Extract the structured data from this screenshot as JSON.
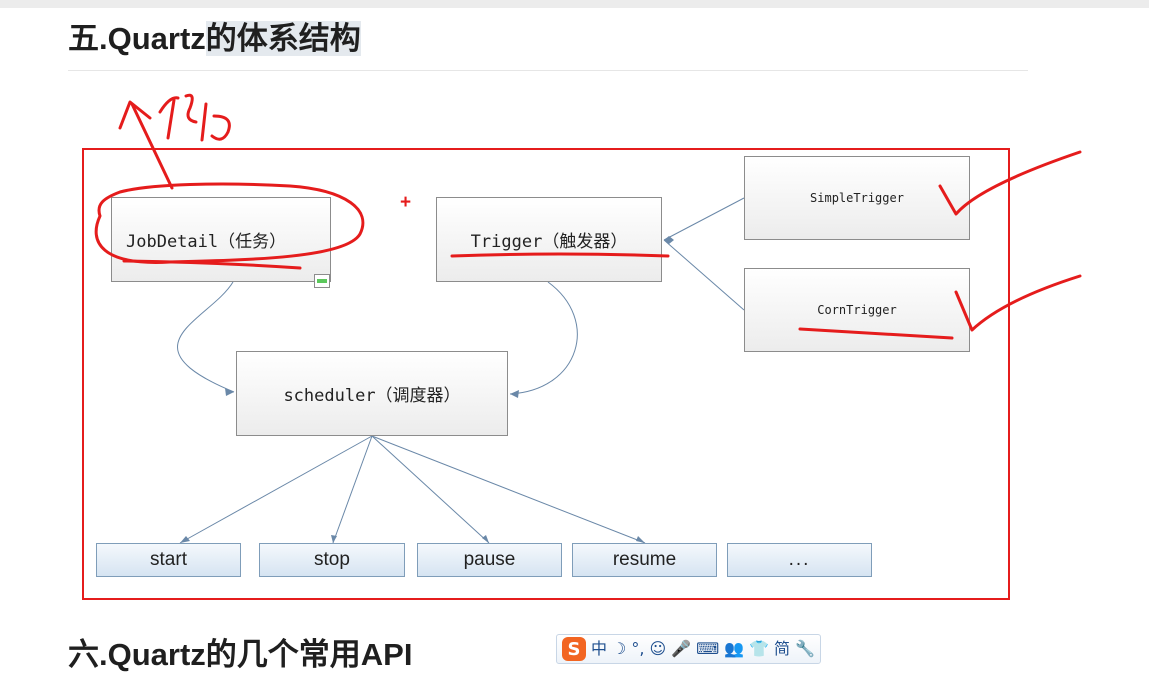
{
  "section5_title_prefix": "五.Quartz",
  "section5_title_highlight": "的体系结构",
  "section6_title": "六.Quartz的几个常用API",
  "diagram": {
    "job_detail": "JobDetail（任务）",
    "plus_sign": "+",
    "trigger": "Trigger（触发器）",
    "simple_trigger": "SimpleTrigger",
    "corn_trigger": "CornTrigger",
    "scheduler": "scheduler（调度器）"
  },
  "actions": [
    "start",
    "stop",
    "pause",
    "resume",
    "..."
  ],
  "ime_toolbar": {
    "logo": "S",
    "items": [
      "中",
      "☽",
      "°,",
      "☺",
      "🎤",
      "⌨",
      "👥",
      "👕",
      "简",
      "🔧"
    ]
  },
  "colors": {
    "annotation_red": "#e51c1c",
    "connector": "#6a88a8"
  }
}
